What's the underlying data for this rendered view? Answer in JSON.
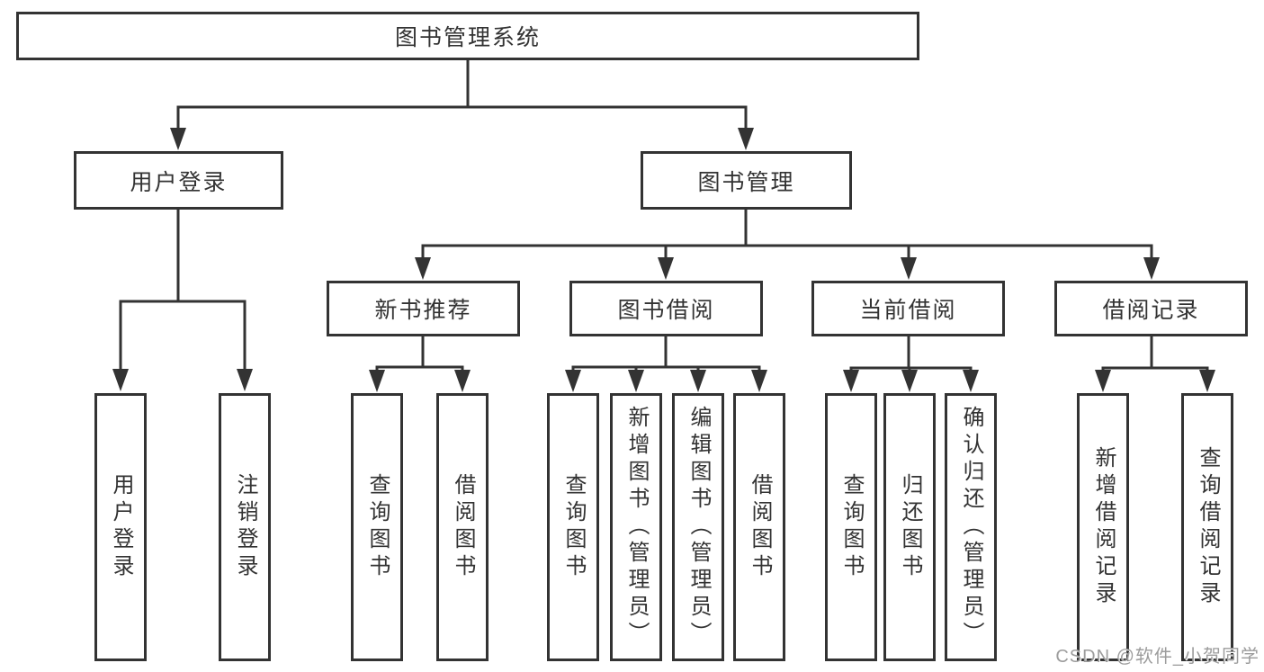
{
  "colors": {
    "line": "#333333",
    "box_border": "#333333",
    "text": "#333333",
    "watermark": "#9c9c9c"
  },
  "nodes": {
    "root": "图书管理系统",
    "level2": [
      "用户登录",
      "图书管理"
    ],
    "level3": [
      "新书推荐",
      "图书借阅",
      "当前借阅",
      "借阅记录"
    ],
    "leaves": [
      "用户登录",
      "注销登录",
      "查询图书",
      "借阅图书",
      "查询图书",
      "新增图书（管理员）",
      "编辑图书（管理员）",
      "借阅图书",
      "查询图书",
      "归还图书",
      "确认归还（管理员）",
      "新增借阅记录",
      "查询借阅记录"
    ]
  },
  "watermark": {
    "text": "CSDN @软件_小贺同学"
  }
}
